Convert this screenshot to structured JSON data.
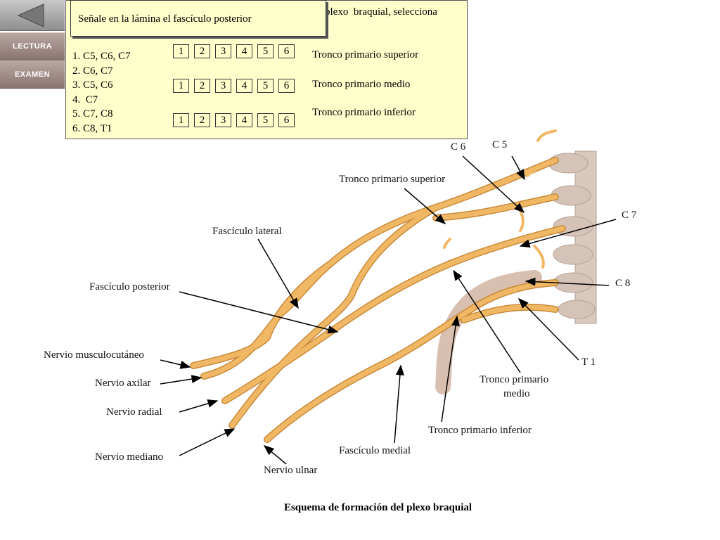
{
  "nav": {
    "lectura_label": "LECTURA",
    "examen_label": "EXAMEN"
  },
  "exercise": {
    "prompt": "Señale en la lámina el fascículo posterior",
    "partial_instruction": "plexo  braquial, selecciona",
    "options": [
      "1. C5, C6, C7",
      "2. C6, C7",
      "3. C5, C6",
      "4.  C7",
      "5. C7, C8",
      "6. C8, T1"
    ],
    "answer_numbers": [
      "1",
      "2",
      "3",
      "4",
      "5",
      "6"
    ],
    "rows": [
      {
        "label": "Tronco primario superior"
      },
      {
        "label": "Tronco primario medio"
      },
      {
        "label": "Tronco primario inferior"
      }
    ]
  },
  "diagram": {
    "labels": {
      "c5": "C 5",
      "c6": "C 6",
      "c7": "C 7",
      "c8": "C 8",
      "t1": "T 1",
      "tronco_superior": "Tronco primario superior",
      "fasciculo_lateral": "Fascículo lateral",
      "fasciculo_posterior": "Fascículo posterior",
      "nervio_musculocutaneo": "Nervio musculocutáneo",
      "nervio_axilar": "Nervio axilar",
      "nervio_radial": "Nervio radial",
      "nervio_mediano": "Nervio mediano",
      "nervio_ulnar": "Nervio ulnar",
      "fasciculo_medial": "Fascículo medial",
      "tronco_inferior": "Tronco primario inferior",
      "tronco_medio_1": "Tronco primario",
      "tronco_medio_2": "medio"
    },
    "caption": "Esquema de formación del plexo braquial",
    "colors": {
      "nerve": "#f0b865",
      "nerve_edge": "#c98a3a",
      "bone": "#d6c3b8",
      "artery": "#d9bfb0"
    }
  }
}
